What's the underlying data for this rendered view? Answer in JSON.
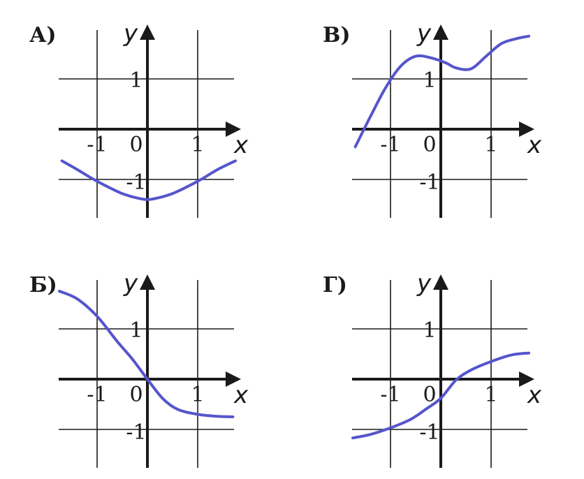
{
  "colors": {
    "curve": "#5555cc",
    "axes": "#1a1a1a"
  },
  "chart_data": [
    {
      "type": "line",
      "panel_label": "А)",
      "xlabel": "x",
      "ylabel": "y",
      "origin_label": "0",
      "x_tick_labels": [
        "-1",
        "1"
      ],
      "y_tick_labels": [
        "1",
        "-1"
      ],
      "xlim": [
        -1.75,
        1.75
      ],
      "ylim": [
        -1.75,
        1.95
      ],
      "grid": true,
      "series": [
        {
          "x": [
            -1.7,
            -1.4,
            -1.1,
            -0.8,
            -0.5,
            -0.2,
            0,
            0.2,
            0.5,
            0.8,
            1.1,
            1.4,
            1.75
          ],
          "y": [
            -0.63,
            -0.8,
            -0.98,
            -1.14,
            -1.28,
            -1.37,
            -1.4,
            -1.37,
            -1.28,
            -1.14,
            -0.98,
            -0.8,
            -0.63
          ]
        }
      ]
    },
    {
      "type": "line",
      "panel_label": "В)",
      "xlabel": "x",
      "ylabel": "y",
      "origin_label": "0",
      "x_tick_labels": [
        "-1",
        "1"
      ],
      "y_tick_labels": [
        "1",
        "-1"
      ],
      "xlim": [
        -1.75,
        1.75
      ],
      "ylim": [
        -1.75,
        1.95
      ],
      "grid": true,
      "series": [
        {
          "x": [
            -1.7,
            -1.4,
            -1.1,
            -0.8,
            -0.5,
            -0.2,
            0.1,
            0.3,
            0.6,
            0.9,
            1.2,
            1.5,
            1.75
          ],
          "y": [
            -0.35,
            0.25,
            0.82,
            1.25,
            1.45,
            1.42,
            1.32,
            1.22,
            1.2,
            1.45,
            1.7,
            1.8,
            1.85
          ]
        }
      ]
    },
    {
      "type": "line",
      "panel_label": "Б)",
      "xlabel": "x",
      "ylabel": "y",
      "origin_label": "0",
      "x_tick_labels": [
        "-1",
        "1"
      ],
      "y_tick_labels": [
        "1",
        "-1"
      ],
      "xlim": [
        -1.75,
        1.75
      ],
      "ylim": [
        -1.75,
        1.95
      ],
      "grid": true,
      "series": [
        {
          "x": [
            -1.75,
            -1.4,
            -1.0,
            -0.6,
            -0.3,
            0,
            0.3,
            0.6,
            1.0,
            1.4,
            1.7
          ],
          "y": [
            1.75,
            1.6,
            1.25,
            0.75,
            0.4,
            0,
            -0.38,
            -0.6,
            -0.7,
            -0.74,
            -0.75
          ]
        }
      ]
    },
    {
      "type": "line",
      "panel_label": "Г)",
      "xlabel": "x",
      "ylabel": "y",
      "origin_label": "0",
      "x_tick_labels": [
        "-1",
        "1"
      ],
      "y_tick_labels": [
        "1",
        "-1"
      ],
      "xlim": [
        -1.75,
        1.75
      ],
      "ylim": [
        -1.75,
        1.95
      ],
      "grid": true,
      "series": [
        {
          "x": [
            -1.75,
            -1.4,
            -1.0,
            -0.6,
            -0.3,
            0,
            0.3,
            0.6,
            1.0,
            1.4,
            1.75
          ],
          "y": [
            -1.17,
            -1.1,
            -0.97,
            -0.8,
            -0.6,
            -0.38,
            -0.02,
            0.18,
            0.35,
            0.48,
            0.52
          ]
        }
      ]
    }
  ]
}
